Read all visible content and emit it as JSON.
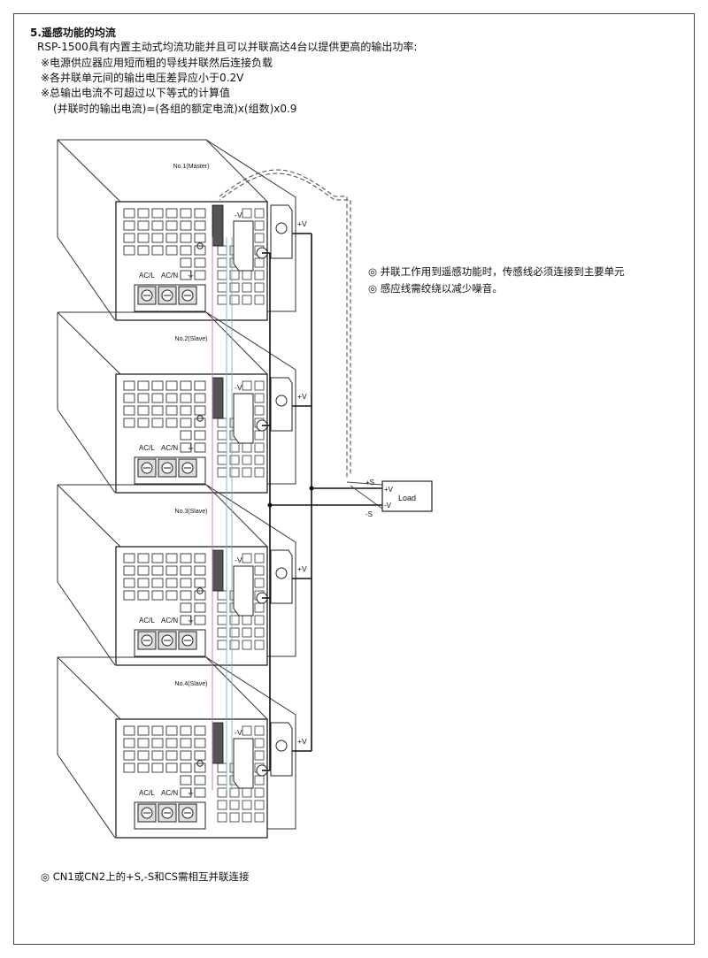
{
  "header": {
    "title": "5.遥感功能的均流",
    "line1": "RSP-1500具有内置主动式均流功能并且可以并联高达4台以提供更高的输出功率:",
    "line2": "※电源供应器应用短而粗的导线并联然后连接负载",
    "line3": "※各并联单元间的输出电压差异应小于0.2V",
    "line4": "※总输出电流不可超过以下等式的计算值",
    "formula": "(并联时的输出电流)=(各组的额定电流)x(组数)x0.9"
  },
  "notes": {
    "note1": "◎ 并联工作用到遥感功能时，传感线必须连接到主要单元",
    "note2": "◎ 感应线需绞绕以减少噪音。"
  },
  "footer": {
    "note": "◎ CN1或CN2上的+S,-S和CS需相互并联连接"
  },
  "units": [
    {
      "label": "No.1(Master)"
    },
    {
      "label": "No.2(Slave)"
    },
    {
      "label": "No.3(Slave)"
    },
    {
      "label": "No.4(Slave)"
    }
  ],
  "unit_labels": {
    "acl": "AC/L",
    "acn": "AC/N",
    "ground": "⏚",
    "minus_v": "-V",
    "plus_v": "+V"
  },
  "load": {
    "label": "Load",
    "plus_v": "+V",
    "minus_v": "-V",
    "plus_s": "+S",
    "minus_s": "-S"
  },
  "colors": {
    "line": "#111111",
    "sense_pink": "#d070c0",
    "sense_cyan": "#60b8d8",
    "sense_green": "#70c090"
  }
}
